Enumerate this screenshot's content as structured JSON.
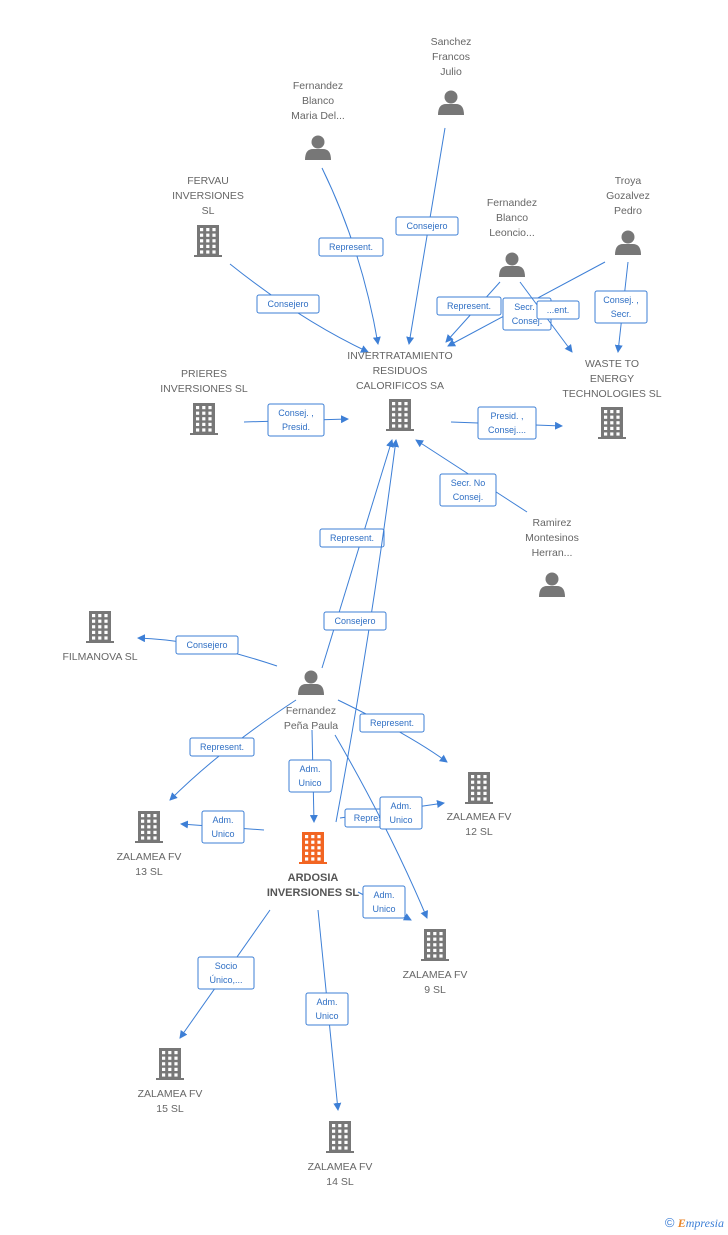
{
  "colors": {
    "edge": "#3d7fd6",
    "node": "#777777",
    "focus": "#f26522",
    "label": "#666666"
  },
  "nodes": [
    {
      "id": "sanchez",
      "type": "person",
      "label": [
        "Sanchez",
        "Francos",
        "Julio"
      ]
    },
    {
      "id": "fern_maria",
      "type": "person",
      "label": [
        "Fernandez",
        "Blanco",
        "Maria Del..."
      ]
    },
    {
      "id": "fervau",
      "type": "company",
      "label": [
        "FERVAU",
        "INVERSIONES",
        "SL"
      ]
    },
    {
      "id": "fern_leoncio",
      "type": "person",
      "label": [
        "Fernandez",
        "Blanco",
        "Leoncio..."
      ]
    },
    {
      "id": "troya",
      "type": "person",
      "label": [
        "Troya",
        "Gozalvez",
        "Pedro"
      ]
    },
    {
      "id": "invertrat",
      "type": "company",
      "label": [
        "INVERTRATAMIENTO",
        "RESIDUOS",
        "CALORIFICOS SA"
      ]
    },
    {
      "id": "prieres",
      "type": "company",
      "label": [
        "PRIERES",
        "INVERSIONES SL"
      ]
    },
    {
      "id": "waste",
      "type": "company",
      "label": [
        "WASTE TO",
        "ENERGY",
        "TECHNOLOGIES SL"
      ]
    },
    {
      "id": "ramirez",
      "type": "person",
      "label": [
        "Ramirez",
        "Montesinos",
        "Herran..."
      ]
    },
    {
      "id": "filmanova",
      "type": "company",
      "label": [
        "FILMANOVA SL"
      ]
    },
    {
      "id": "fern_paula",
      "type": "person",
      "label": [
        "Fernandez",
        "Peña Paula"
      ]
    },
    {
      "id": "ardosia",
      "type": "focus",
      "label": [
        "ARDOSIA",
        "INVERSIONES SL"
      ]
    },
    {
      "id": "zal12",
      "type": "company",
      "label": [
        "ZALAMEA FV",
        "12 SL"
      ]
    },
    {
      "id": "zal13",
      "type": "company",
      "label": [
        "ZALAMEA FV",
        "13 SL"
      ]
    },
    {
      "id": "zal9",
      "type": "company",
      "label": [
        "ZALAMEA FV",
        "9 SL"
      ]
    },
    {
      "id": "zal15",
      "type": "company",
      "label": [
        "ZALAMEA FV",
        "15 SL"
      ]
    },
    {
      "id": "zal14",
      "type": "company",
      "label": [
        "ZALAMEA FV",
        "14 SL"
      ]
    }
  ],
  "edges": [
    {
      "id": "e1",
      "label": [
        "Consejero"
      ]
    },
    {
      "id": "e2",
      "label": [
        "Represent."
      ]
    },
    {
      "id": "e3",
      "label": [
        "Consejero"
      ]
    },
    {
      "id": "e4",
      "label": [
        "Represent."
      ]
    },
    {
      "id": "e5",
      "label": [
        "Consej. ,",
        "Secr."
      ]
    },
    {
      "id": "e6",
      "label": [
        "Secr. ,",
        "Consej."
      ]
    },
    {
      "id": "e6b",
      "label": [
        "...ent."
      ]
    },
    {
      "id": "e7",
      "label": [
        "Consej. ,",
        "Presid."
      ]
    },
    {
      "id": "e8",
      "label": [
        "Presid. ,",
        "Consej...."
      ]
    },
    {
      "id": "e9",
      "label": [
        "Secr.  No",
        "Consej."
      ]
    },
    {
      "id": "e10",
      "label": [
        "Represent."
      ]
    },
    {
      "id": "e11",
      "label": [
        "Consejero"
      ]
    },
    {
      "id": "e12",
      "label": [
        "Consejero"
      ]
    },
    {
      "id": "e13",
      "label": [
        "Represent."
      ]
    },
    {
      "id": "e14",
      "label": [
        "Represent."
      ]
    },
    {
      "id": "e15",
      "label": [
        "Adm.",
        "Unico"
      ]
    },
    {
      "id": "e16",
      "label": [
        "Adm.",
        "Unico"
      ]
    },
    {
      "id": "e17",
      "label": [
        "Repres..."
      ]
    },
    {
      "id": "e18",
      "label": [
        "Adm.",
        "Unico"
      ]
    },
    {
      "id": "e19",
      "label": [
        "Adm.",
        "Unico"
      ]
    },
    {
      "id": "e20",
      "label": [
        "Socio",
        "Único,..."
      ]
    },
    {
      "id": "e21",
      "label": [
        "Adm.",
        "Unico"
      ]
    }
  ],
  "footer": {
    "copyright": "©",
    "brand_first": "E",
    "brand_rest": "mpresia"
  }
}
